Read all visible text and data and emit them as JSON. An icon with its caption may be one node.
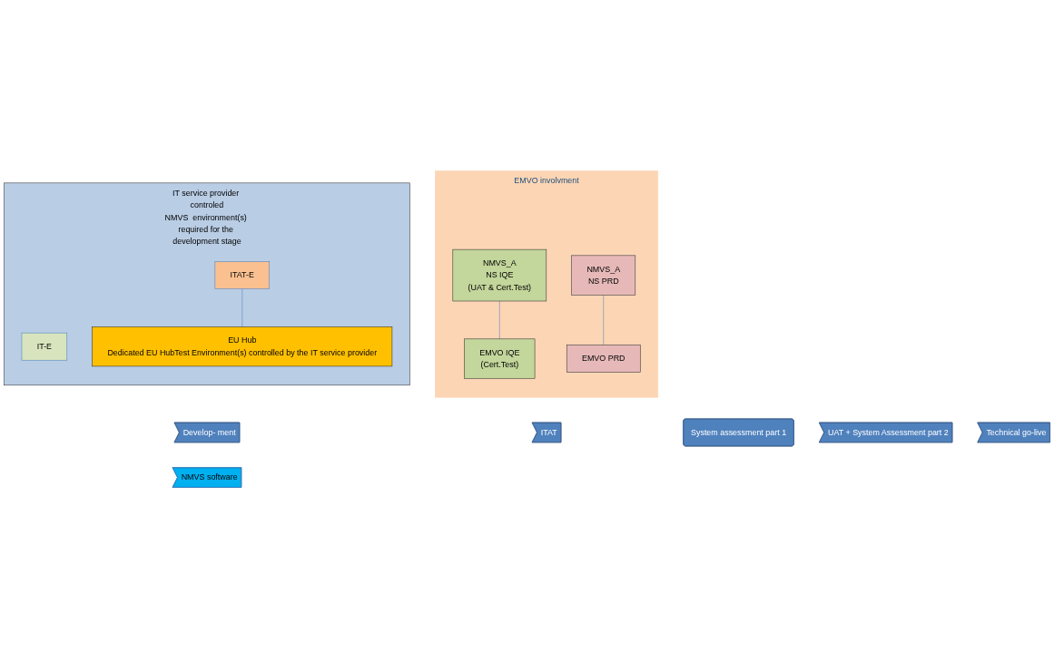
{
  "diagram": {
    "nodes": [
      {
        "text": [
          "Develop- ment"
        ]
      },
      {
        "text": [
          "ITAT"
        ]
      },
      {
        "text": [
          "System assessment part 1"
        ]
      },
      {
        "text": [
          "UAT + System Assessment part 2"
        ]
      },
      {
        "text": [
          "Technical go-live"
        ]
      },
      {
        "text": [
          "IT service provider controled",
          "NMVS  environment(s) required for the development stage"
        ]
      },
      {
        "text": [
          "NMVS software"
        ]
      },
      {
        "text": [
          "IT-E"
        ],
        "in": 5
      },
      {
        "text": [
          "ITAT-E"
        ],
        "in": 5
      },
      {
        "text": [
          "EU Hub",
          "Dedicated EU HubTest Environment(s) controlled by the IT service provider"
        ],
        "in": 5
      },
      {
        "text": [
          "EMVO involvment"
        ]
      },
      {
        "text": [
          "NMVS_A",
          "NS IQE",
          "(UAT & Cert.Test)"
        ],
        "in": 10
      },
      {
        "text": [
          "NMVS_A",
          "NS PRD"
        ],
        "in": 10
      },
      {
        "text": [
          "EMVO IQE",
          "(Cert.Test)"
        ],
        "in": 10
      },
      {
        "text": [
          "EMVO PRD"
        ],
        "in": 10
      }
    ],
    "edges": [
      {
        "from": 8,
        "to": 9,
        "arrow": "none"
      },
      {
        "from": 11,
        "to": 13,
        "arrow": "none"
      },
      {
        "from": 12,
        "to": 14,
        "arrow": "none"
      }
    ]
  }
}
